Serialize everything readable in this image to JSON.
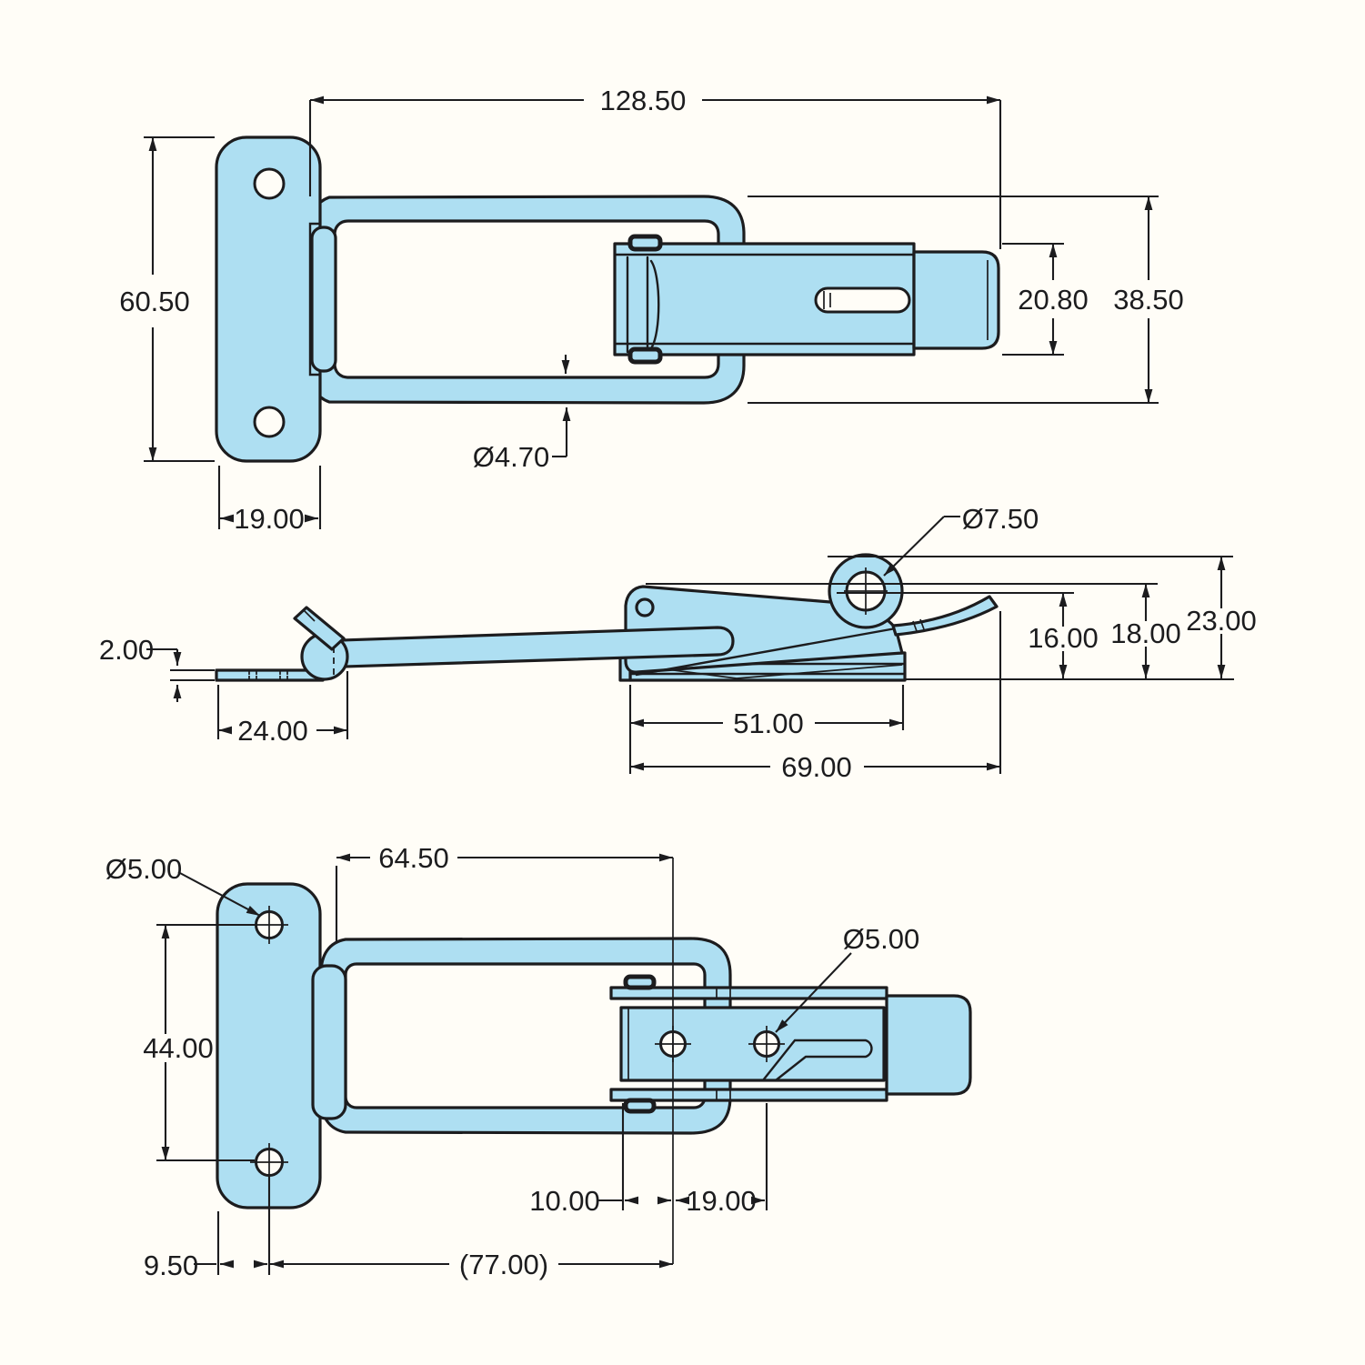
{
  "drawing": {
    "type": "engineering-drawing",
    "subject": "draw latch with keeper plate, wire bail, lever and catch body",
    "views": [
      "top-view",
      "side-view",
      "bottom-view"
    ],
    "colors": {
      "part_fill": "#aedff2",
      "outline": "#1c1c1e",
      "background": "#fffdf7"
    }
  },
  "dims": {
    "top": {
      "overall_width": "128.50",
      "plate_height": "60.50",
      "lever_width": "20.80",
      "bail_width": "38.50",
      "wire_diameter": "Ø4.70",
      "plate_width": "19.00"
    },
    "side": {
      "eye_hole_diameter": "Ø7.50",
      "keeper_thickness": "2.00",
      "keeper_length": "24.00",
      "base_length": "51.00",
      "overall_length": "69.00",
      "eye_center_height": "16.00",
      "body_height": "18.00",
      "overall_height": "23.00"
    },
    "bottom": {
      "keeper_hole_diameter": "Ø5.00",
      "bail_to_hole": "64.50",
      "keeper_hole_spacing": "44.00",
      "lever_hole_diameter": "Ø5.00",
      "hole_edge_offset": "10.00",
      "lever_hole_spacing": "19.00",
      "keeper_edge_to_hole": "9.50",
      "mounting_span_ref": "(77.00)"
    }
  }
}
